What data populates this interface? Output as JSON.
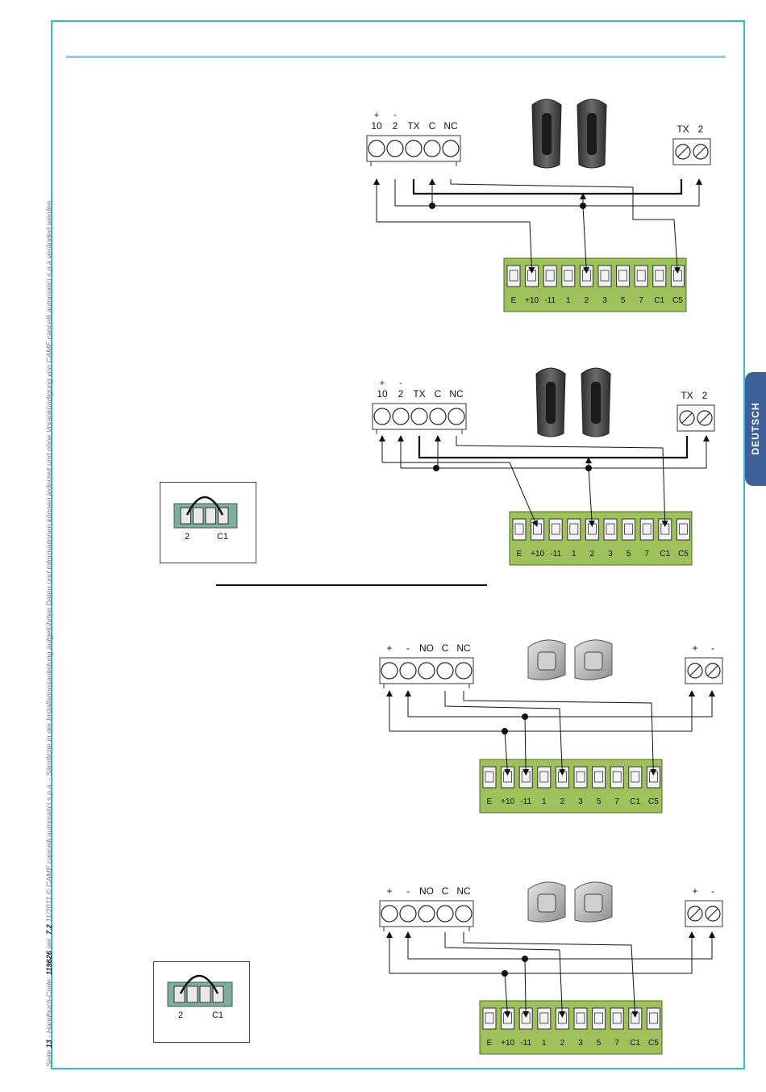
{
  "footer": {
    "page_prefix": "Seite",
    "page_number": "13",
    "code_prefix": " - Handbuch-Code: ",
    "code": "119626",
    "version_prefix": " ver. ",
    "version": "7.2",
    "tail": " 11/2011 © CAME cancelli automatici s.p.a. - Sämtliche in der Installationsanleitung aufgeführten Daten und Informationen können jederzeit und ohne Vorankündigung von CAME cancelli automatici s.p.a verändert werden."
  },
  "language_tab": "DEUTSCH",
  "control_board_labels": [
    "E",
    "+10",
    "-11",
    "1",
    "2",
    "3",
    "5",
    "7",
    "C1",
    "C5"
  ],
  "rx_terminal": {
    "tx_type": {
      "polarity": [
        "+",
        "-",
        "",
        "",
        ""
      ],
      "labels": [
        "10",
        "2",
        "TX",
        "C",
        "NC"
      ]
    },
    "nonc_type": {
      "polarity": [
        "",
        "",
        "",
        "",
        ""
      ],
      "labels": [
        "+",
        "-",
        "NO",
        "C",
        "NC"
      ]
    }
  },
  "tx_terminal": {
    "tx_type": {
      "top": [
        "TX",
        "2"
      ]
    },
    "nonc_type": {
      "top": [
        "+",
        "-"
      ]
    }
  },
  "jumper": {
    "left_label": "2",
    "right_label": "C1"
  }
}
